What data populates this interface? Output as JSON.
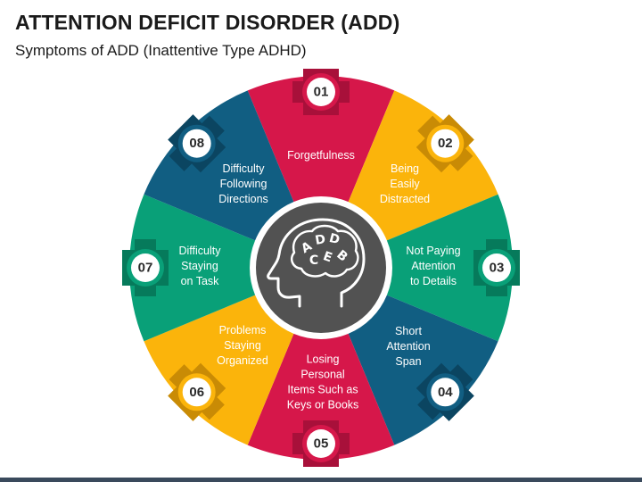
{
  "header": {
    "title": "ATTENTION DEFICIT DISORDER (ADD)",
    "subtitle": "Symptoms of ADD (Inattentive Type ADHD)"
  },
  "center_icon": "head-with-brain-letters-icon",
  "center_letters": [
    "A",
    "D",
    "D",
    "C",
    "E",
    "B"
  ],
  "colors": {
    "red": "#d6174a",
    "yellow": "#fbb40b",
    "green": "#09a078",
    "blue": "#115e82",
    "center": "#525252",
    "bottom_bar": "#3a4a5c"
  },
  "segments": [
    {
      "number": "01",
      "lines": [
        "Forgetfulness"
      ],
      "color": "#d6174a",
      "dark": "#a8103a"
    },
    {
      "number": "02",
      "lines": [
        "Being",
        "Easily",
        "Distracted"
      ],
      "color": "#fbb40b",
      "dark": "#c98b05"
    },
    {
      "number": "03",
      "lines": [
        "Not Paying",
        "Attention",
        "to Details"
      ],
      "color": "#09a078",
      "dark": "#067a5b"
    },
    {
      "number": "04",
      "lines": [
        "Short",
        "Attention",
        "Span"
      ],
      "color": "#115e82",
      "dark": "#0b4561"
    },
    {
      "number": "05",
      "lines": [
        "Losing",
        "Personal",
        "Items Such as",
        "Keys or Books"
      ],
      "color": "#d6174a",
      "dark": "#a8103a"
    },
    {
      "number": "06",
      "lines": [
        "Problems",
        "Staying",
        "Organized"
      ],
      "color": "#fbb40b",
      "dark": "#c98b05"
    },
    {
      "number": "07",
      "lines": [
        "Difficulty",
        "Staying",
        "on Task"
      ],
      "color": "#09a078",
      "dark": "#067a5b"
    },
    {
      "number": "08",
      "lines": [
        "Difficulty",
        "Following",
        "Directions"
      ],
      "color": "#115e82",
      "dark": "#0b4561"
    }
  ]
}
